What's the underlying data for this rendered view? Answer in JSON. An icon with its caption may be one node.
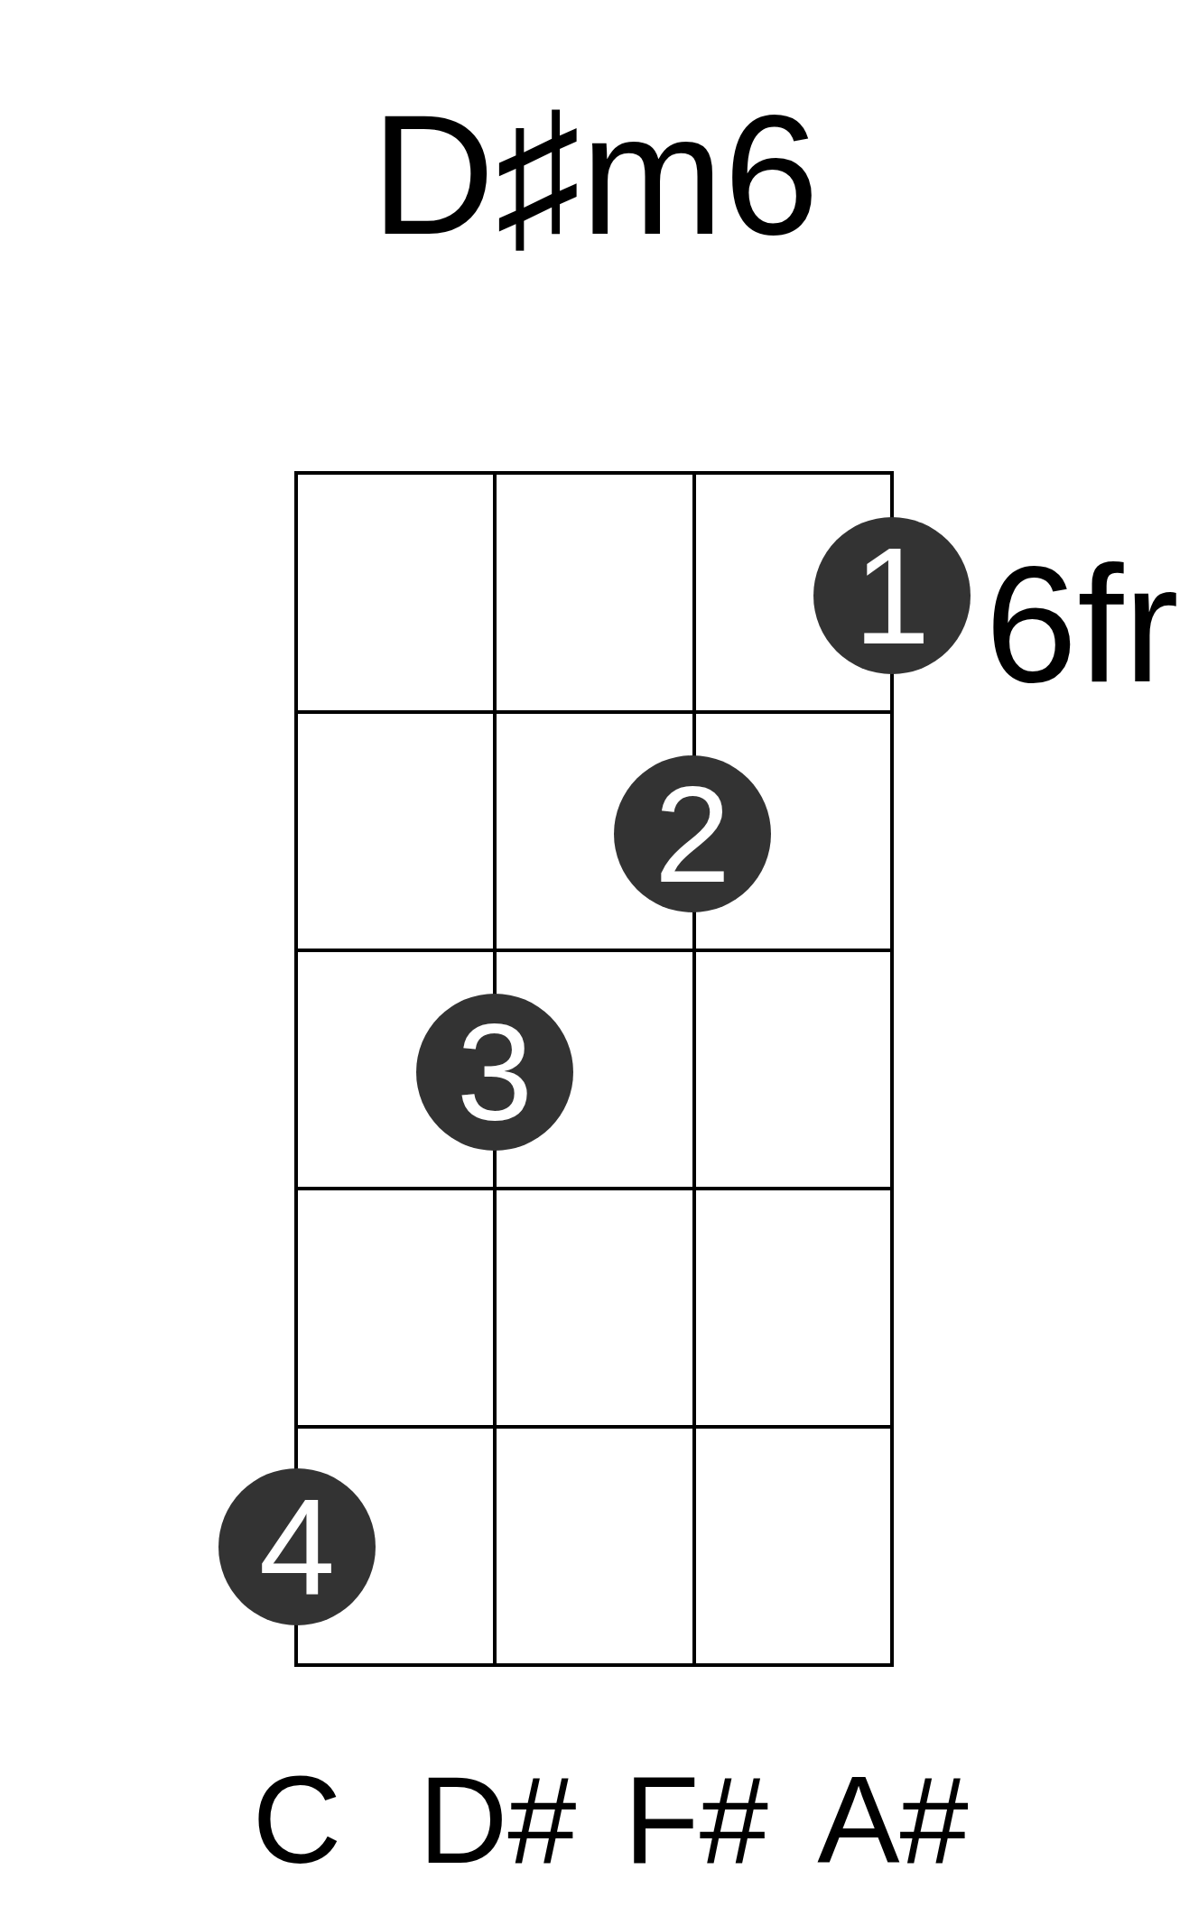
{
  "diagram": {
    "title": "D♯m6",
    "nodes": [
      {
        "text": [
          "1"
        ]
      },
      {
        "text": [
          "2"
        ]
      },
      {
        "text": [
          "3"
        ]
      },
      {
        "text": [
          "4"
        ]
      }
    ],
    "labels": [
      "6fr",
      "C",
      "D#",
      "F#",
      "A#"
    ]
  }
}
